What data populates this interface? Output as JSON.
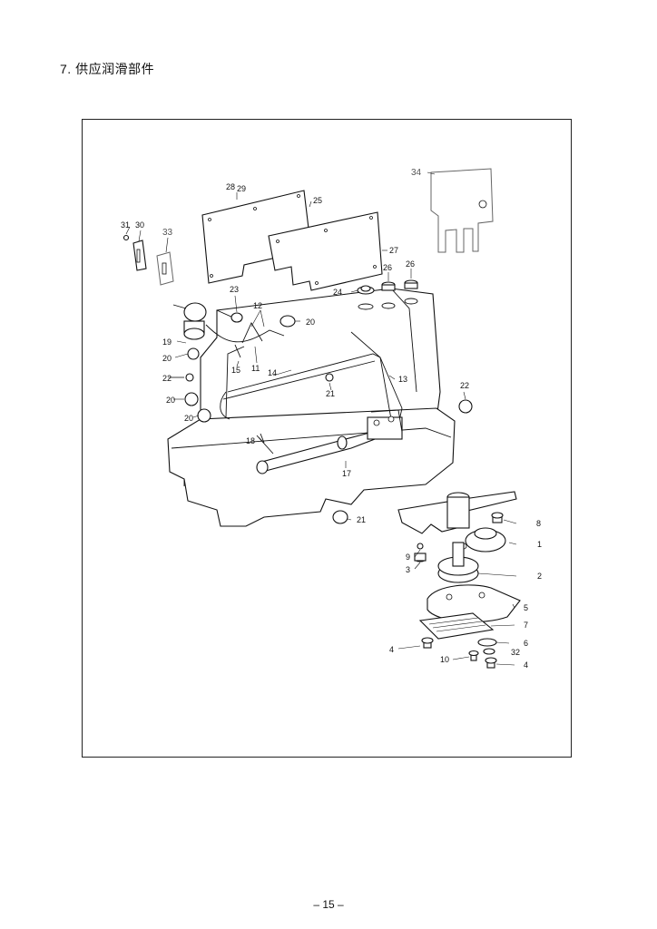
{
  "section": {
    "title": "7. 供应润滑部件"
  },
  "page": {
    "number": "– 15 –"
  },
  "diagram": {
    "callouts": [
      "1",
      "2",
      "3",
      "4",
      "4",
      "5",
      "6",
      "7",
      "8",
      "9",
      "10",
      "11",
      "12",
      "13",
      "14",
      "15",
      "17",
      "18",
      "19",
      "20",
      "20",
      "20",
      "20",
      "21",
      "21",
      "22",
      "22",
      "23",
      "24",
      "25",
      "26",
      "26",
      "27",
      "28",
      "29",
      "30",
      "31",
      "32",
      "33",
      "34"
    ]
  }
}
